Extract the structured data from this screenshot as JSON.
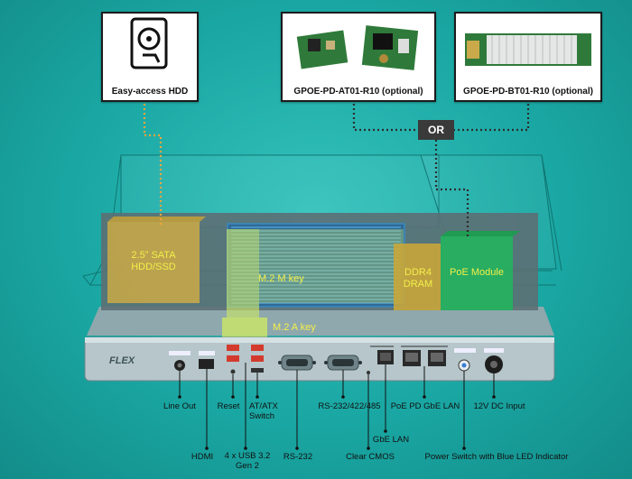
{
  "cards": {
    "hdd": "Easy-access HDD",
    "poe_at": "GPOE-PD-AT01-R10 (optional)",
    "poe_bt": "GPOE-PD-BT01-R10 (optional)"
  },
  "or_label": "OR",
  "overlays": {
    "sata": "2.5” SATA HDD/SSD",
    "m2m": "M.2 M key",
    "m2a": "M.2 A key",
    "ddr4": "DDR4 DRAM",
    "poe_module": "PoE Module"
  },
  "brand": "FLEX",
  "callouts": {
    "line_out": "Line Out",
    "reset": "Reset",
    "at_atx": "AT/ATX Switch",
    "rs232_422_485": "RS-232/422/485",
    "poe_lan": "PoE PD GbE LAN",
    "dc_input": "12V DC Input",
    "gbe_lan": "GbE LAN",
    "hdmi": "HDMI",
    "usb": "4 x USB 3.2 Gen 2",
    "rs232": "RS-232",
    "clear_cmos": "Clear CMOS",
    "power_switch": "Power Switch with Blue LED Indicator"
  },
  "colors": {
    "background": "#1aa7a3",
    "overlay_hdd": "#c2a64a",
    "overlay_m2": "#c9e46a",
    "overlay_ddr4": "#c9a63a",
    "overlay_poe": "#24b45e",
    "label_yellow": "#f3ef4a",
    "connector_orange": "#f5a53a"
  }
}
